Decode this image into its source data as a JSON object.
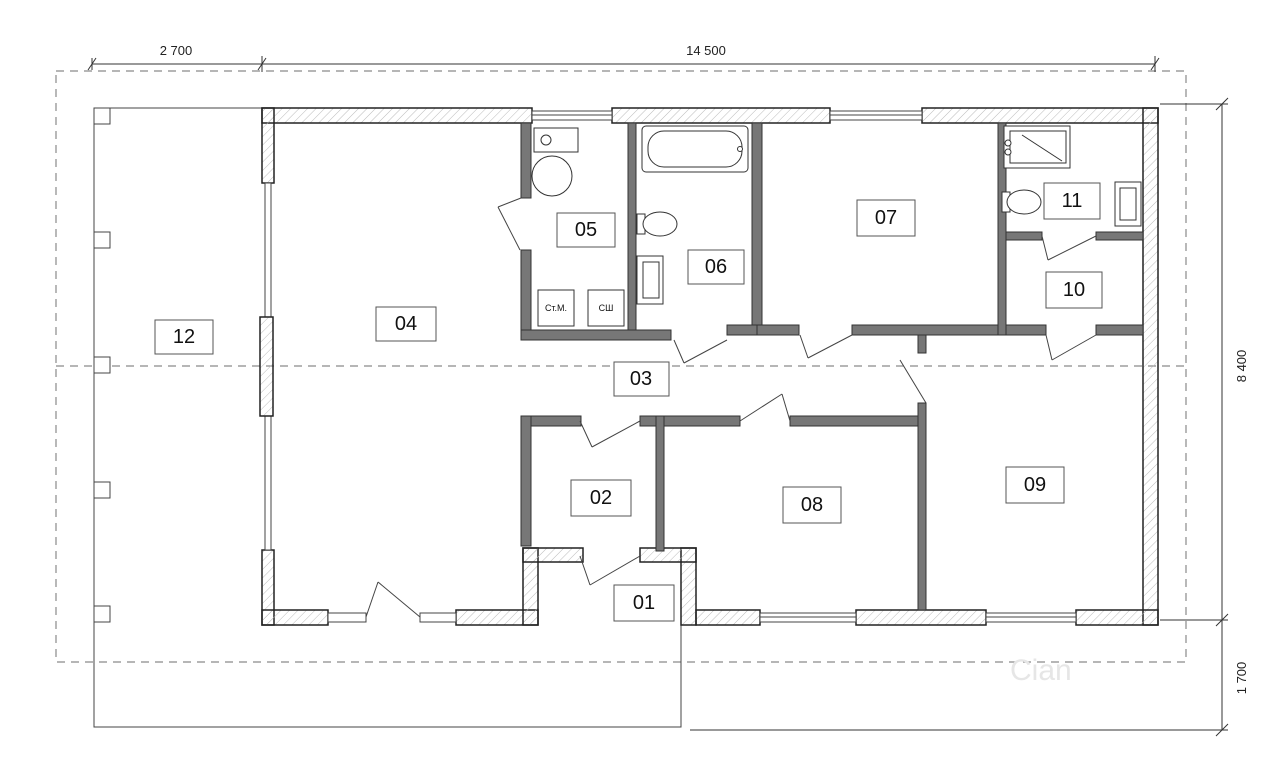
{
  "dimensions": {
    "top_left": "2 700",
    "top_main": "14 500",
    "right_main": "8 400",
    "right_bottom": "1 700"
  },
  "rooms": {
    "r01": "01",
    "r02": "02",
    "r03": "03",
    "r04": "04",
    "r05": "05",
    "r06": "06",
    "r07": "07",
    "r08": "08",
    "r09": "09",
    "r10": "10",
    "r11": "11",
    "r12": "12"
  },
  "fixtures": {
    "washer": "Ст.М.",
    "dryer": "СШ"
  },
  "watermark": "Cian",
  "colors": {
    "wall_fill": "#ffffff",
    "wall_stroke": "#222222",
    "partition_fill": "#777777",
    "line": "#444444",
    "dash": "#888888"
  }
}
